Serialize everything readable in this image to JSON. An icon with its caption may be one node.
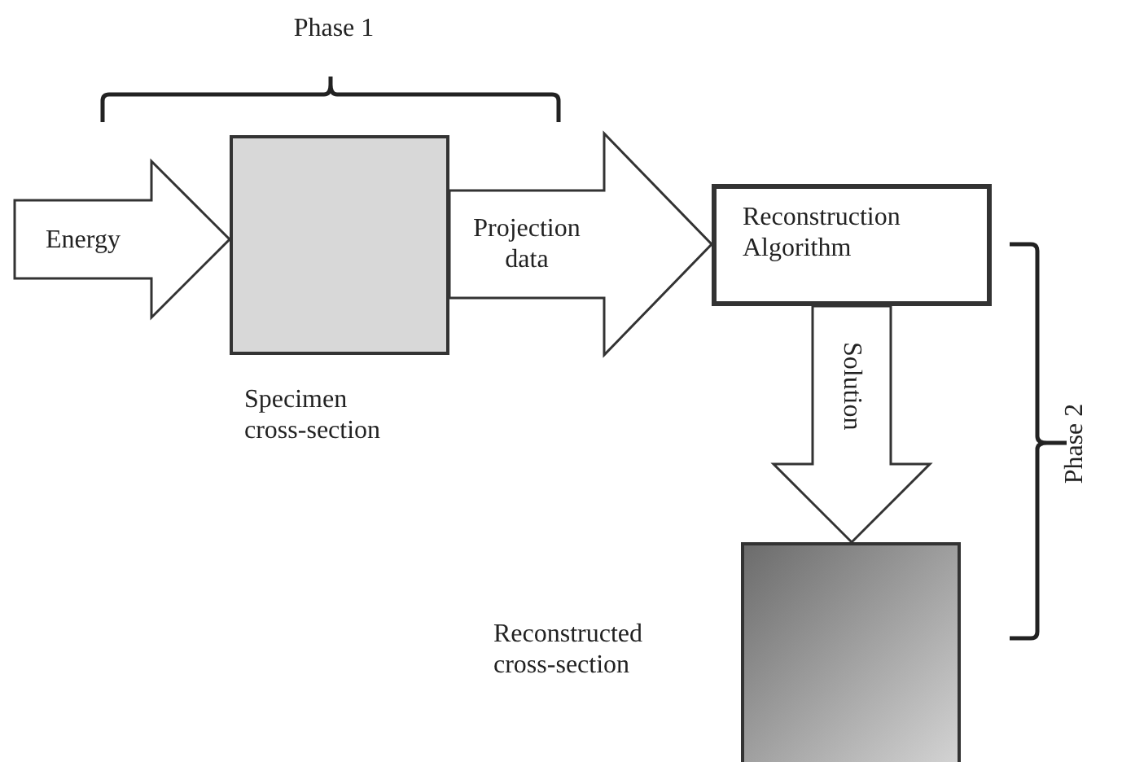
{
  "diagram": {
    "nodes": [
      {
        "text": [],
        "shape": "box",
        "beside": [
          "Specimen cross-section"
        ]
      },
      {
        "text": [
          "Reconstruction Algorithm"
        ]
      },
      {
        "text": [],
        "shape": "box",
        "beside": [
          "Reconstructed cross-section"
        ]
      }
    ],
    "edges": [
      {
        "from": null,
        "to": 0,
        "arrow": "to",
        "label": "Energy"
      },
      {
        "from": 0,
        "to": 1,
        "arrow": "to",
        "label": "Projection data"
      },
      {
        "from": 1,
        "to": 2,
        "arrow": "to",
        "label": "Solution"
      }
    ],
    "labels": [
      "Phase 1",
      "Phase 2"
    ]
  }
}
